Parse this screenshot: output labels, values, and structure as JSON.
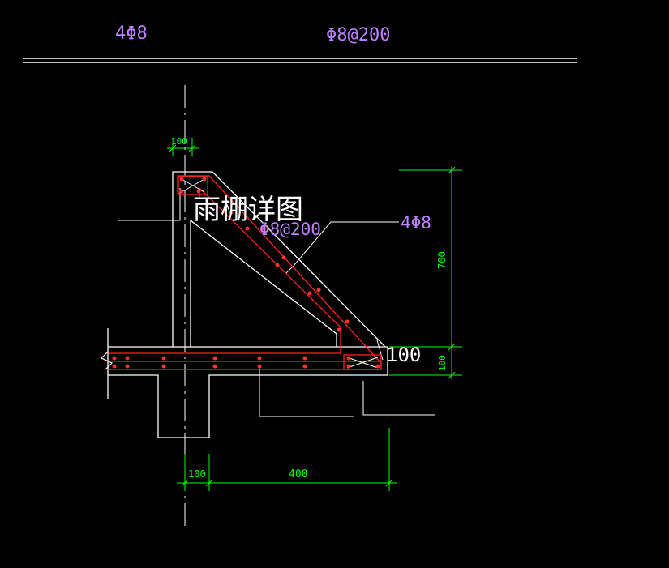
{
  "canvas_color": "#000000",
  "colors": {
    "outline": "#ffffff",
    "rebar": "#ff2020",
    "rebar_dot": "#ff3030",
    "label": "#c080ff",
    "dimension": "#00ff00",
    "title": "#ffffff"
  },
  "header": {
    "longitudinal_label": "4Φ8",
    "stirrup_label": "Φ8@200"
  },
  "callouts": {
    "stirrup_label": "Φ8@200",
    "longitudinal_label": "4Φ8"
  },
  "title": "雨棚详图",
  "side_note": "100",
  "dimensions": {
    "top_width": "100",
    "height": "700",
    "slab_thickness": "100",
    "wall_thickness": "100",
    "cantilever_length": "400"
  },
  "icons": [
    "section-break-icon",
    "rebar-dot-icon",
    "cross-tie-icon"
  ]
}
